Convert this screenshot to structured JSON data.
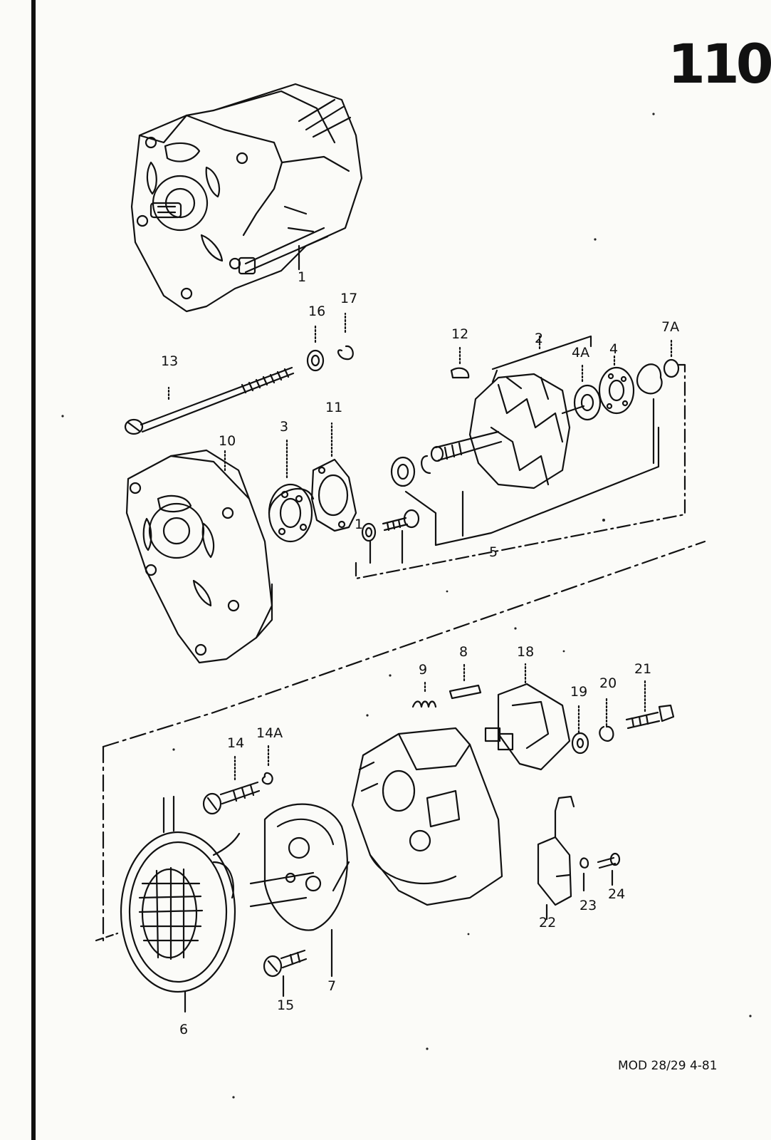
{
  "page_number": "110",
  "footer": "MOD 28/29  4-81",
  "callouts": {
    "c1": "1",
    "c2": "2",
    "c3": "3",
    "c4": "4",
    "c4a": "4A",
    "c5": "5",
    "c6": "6",
    "c7": "7",
    "c7a": "7A",
    "c8": "8",
    "c9": "9",
    "c10": "10",
    "c11": "11",
    "c12": "12",
    "c13": "13",
    "c14": "14",
    "c14a": "14A",
    "c15": "15",
    "c16": "16",
    "c17": "17",
    "c18": "18",
    "c19": "19",
    "c20": "20",
    "c21": "21",
    "c22": "22",
    "c23": "23",
    "c24": "24"
  },
  "colors": {
    "ink": "#111111",
    "paper": "#fbfbf8"
  }
}
